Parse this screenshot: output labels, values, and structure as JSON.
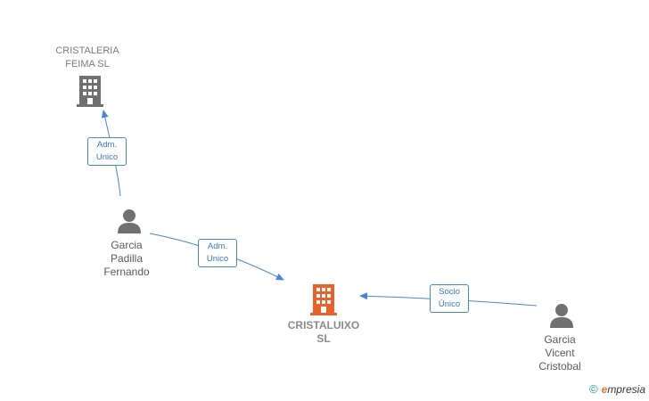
{
  "nodes": {
    "cristaleria": {
      "label": "CRISTALERIA\nFEIMA  SL",
      "icon": "building-icon",
      "color": "#707070"
    },
    "cristaluixo": {
      "label": "CRISTALUIXO\nSL",
      "icon": "building-icon",
      "color": "#e8632b"
    },
    "garcia_padilla": {
      "label": "Garcia\nPadilla\nFernando",
      "icon": "person-icon",
      "color": "#707070"
    },
    "garcia_vicent": {
      "label": "Garcia\nVicent\nCristobal",
      "icon": "person-icon",
      "color": "#707070"
    }
  },
  "edges": {
    "padilla_to_cristaleria": "Adm.\nUnico",
    "padilla_to_cristaluixo": "Adm.\nUnico",
    "vicent_to_cristaluixo": "Socio\nÚnico"
  },
  "footer": {
    "copyright": "©",
    "brand_initial": "e",
    "brand_rest": "mpresia"
  },
  "colors": {
    "edge": "#4a86d0",
    "accent": "#e8632b"
  }
}
